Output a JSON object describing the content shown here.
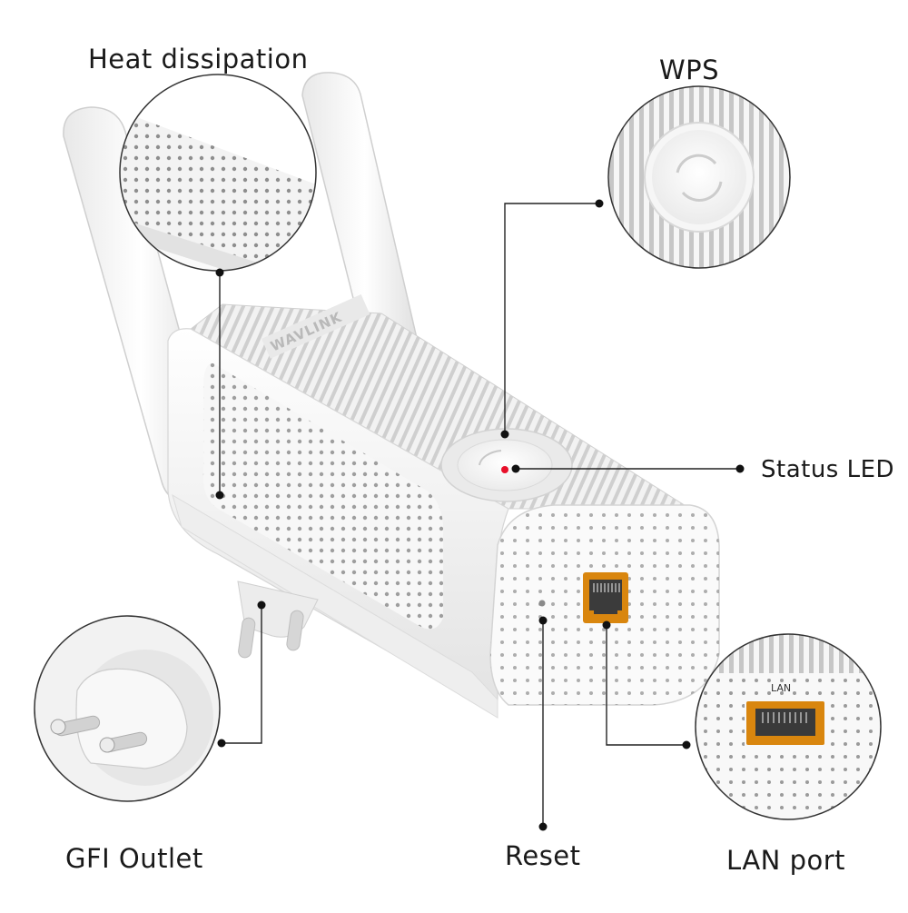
{
  "labels": {
    "heat_dissipation": "Heat dissipation",
    "wps": "WPS",
    "status_led": "Status LED",
    "gfi_outlet": "GFI Outlet",
    "reset": "Reset",
    "lan_port": "LAN port",
    "lan_small": "LAN"
  },
  "brand": "WAVLINK",
  "colors": {
    "body_white": "#f4f4f4",
    "rib_gray": "#c9c9c9",
    "ethernet_orange": "#d9860e",
    "led_red": "#e8102a",
    "callout_line": "#222222"
  }
}
